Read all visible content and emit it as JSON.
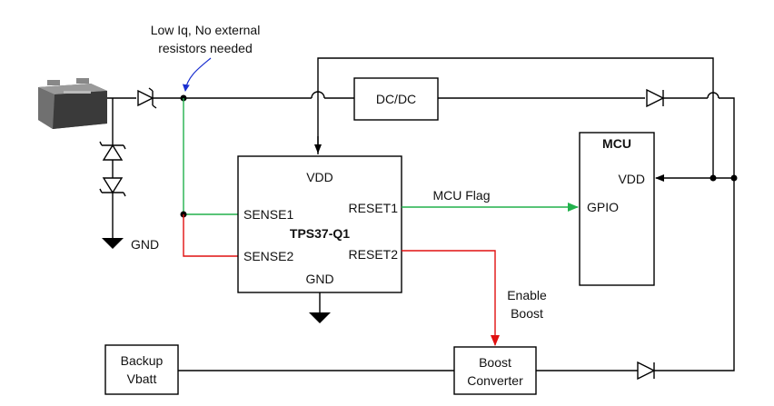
{
  "annotation": {
    "line1": "Low Iq, No external",
    "line2": "resistors needed"
  },
  "dcdc": {
    "label": "DC/DC"
  },
  "ic": {
    "vdd": "VDD",
    "sense1": "SENSE1",
    "sense2": "SENSE2",
    "reset1": "RESET1",
    "reset2": "RESET2",
    "name": "TPS37-Q1",
    "gnd": "GND"
  },
  "mcu": {
    "title": "MCU",
    "vdd": "VDD",
    "gpio": "GPIO"
  },
  "signals": {
    "mcu_flag": "MCU Flag",
    "enable_line1": "Enable",
    "enable_line2": "Boost"
  },
  "ground_left": {
    "label": "GND"
  },
  "backup": {
    "line1": "Backup",
    "line2": "Vbatt"
  },
  "boost": {
    "line1": "Boost",
    "line2": "Converter"
  },
  "colors": {
    "sense1_wire": "#22b14c",
    "sense2_wire": "#e01010",
    "annotation_arrow": "#1a2fd0"
  }
}
